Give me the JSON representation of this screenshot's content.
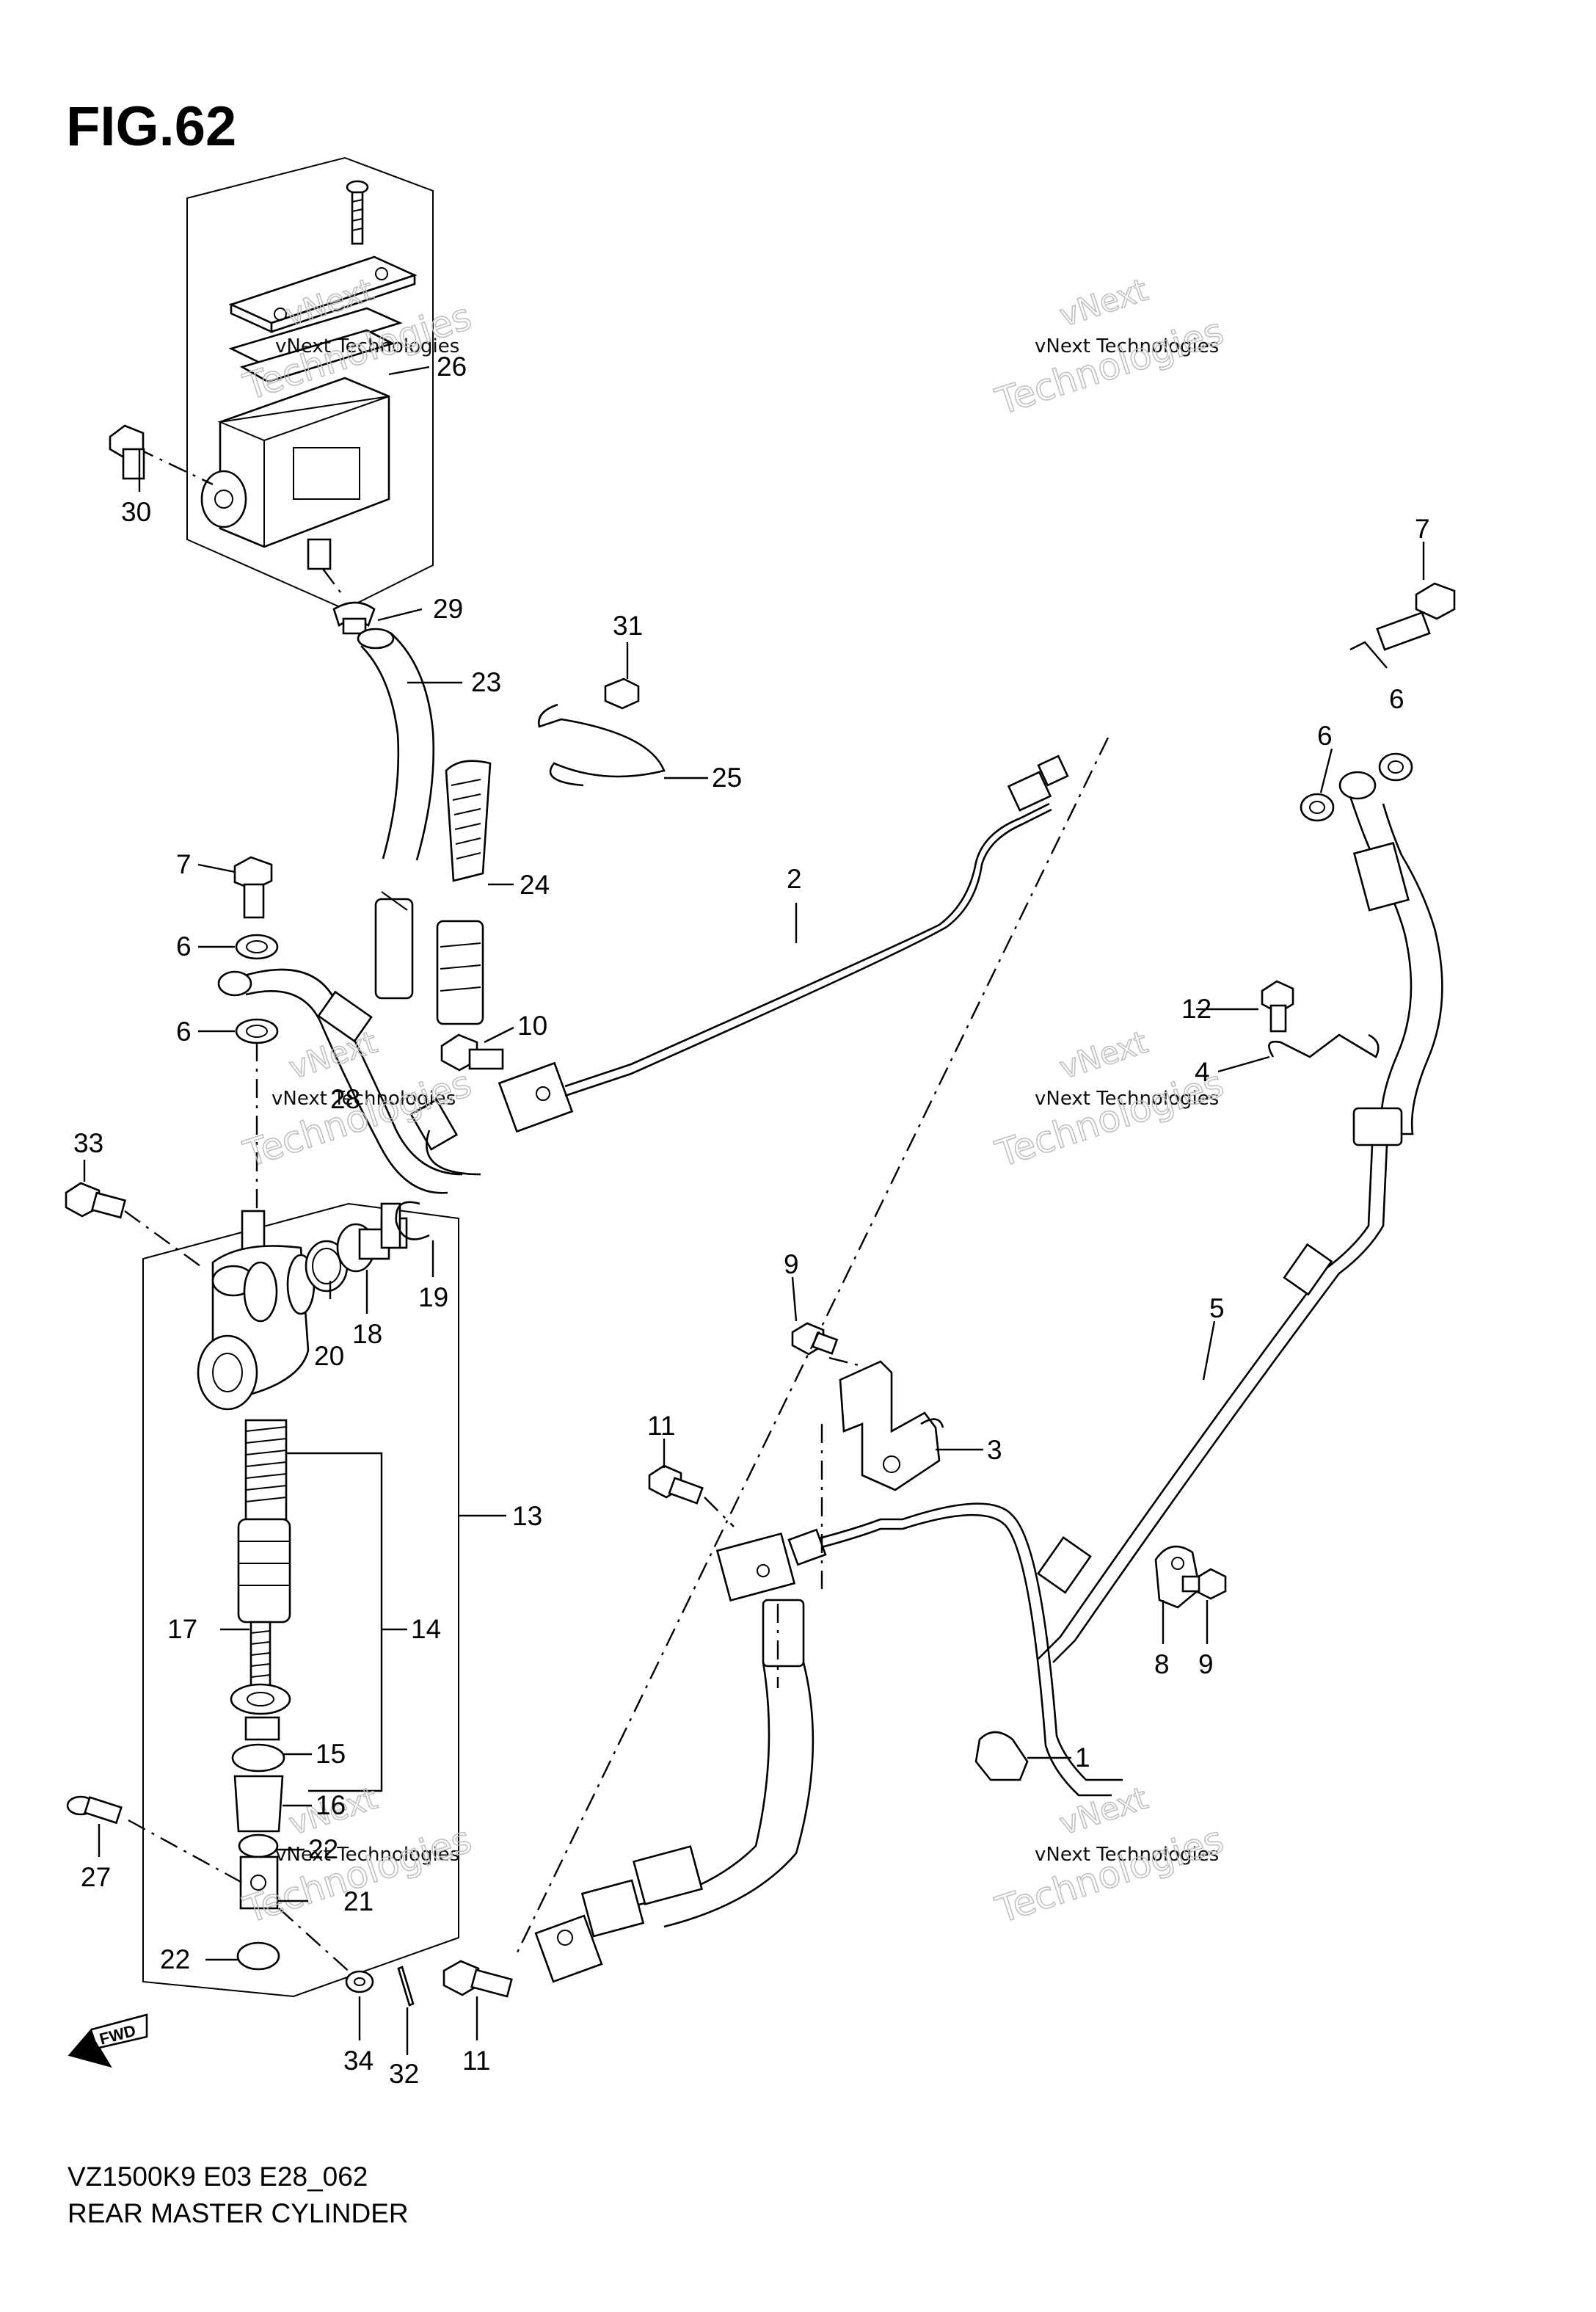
{
  "figure": {
    "title": "FIG.62",
    "model_code": "VZ1500K9 E03 E28_062",
    "name": "REAR MASTER CYLINDER",
    "fwd_label": "FWD"
  },
  "watermark": {
    "line1": "vNext Technologies",
    "line2": "Technologies",
    "line0": "vNext"
  },
  "callouts": [
    "1",
    "2",
    "3",
    "4",
    "5",
    "6",
    "6",
    "6",
    "6",
    "7",
    "7",
    "8",
    "9",
    "9",
    "10",
    "11",
    "11",
    "12",
    "13",
    "14",
    "15",
    "16",
    "17",
    "18",
    "19",
    "20",
    "21",
    "22",
    "22",
    "23",
    "24",
    "25",
    "26",
    "27",
    "28",
    "29",
    "30",
    "31",
    "32",
    "33",
    "34"
  ]
}
